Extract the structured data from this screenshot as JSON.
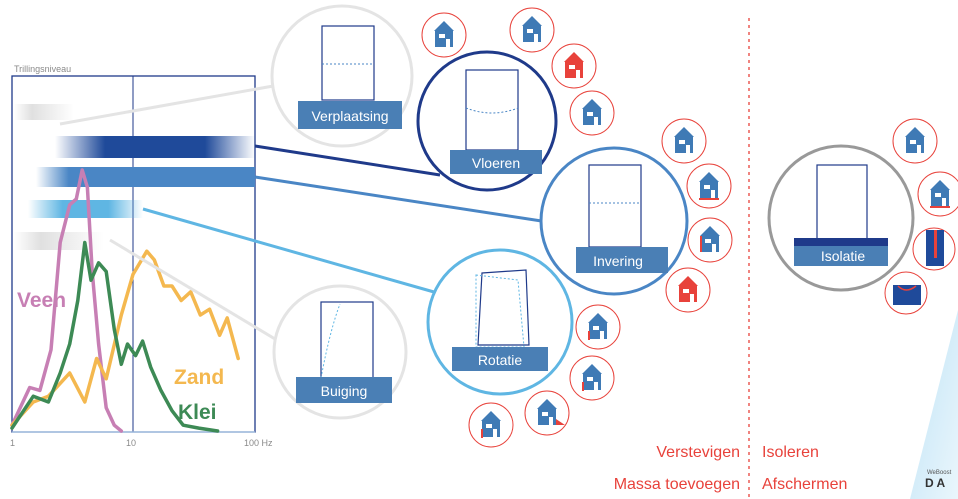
{
  "chart": {
    "ylabel": "Trillingsniveau",
    "xticks": [
      "1",
      "10",
      "100 Hz"
    ],
    "series": [
      {
        "name": "Veen",
        "color": "#c77fb4",
        "points": [
          [
            1.0,
            0.02
          ],
          [
            1.4,
            0.15
          ],
          [
            1.7,
            0.14
          ],
          [
            2.1,
            0.28
          ],
          [
            2.5,
            0.65
          ],
          [
            3.0,
            0.78
          ],
          [
            3.4,
            0.8
          ],
          [
            3.8,
            0.9
          ],
          [
            4.2,
            0.84
          ],
          [
            4.6,
            0.55
          ],
          [
            5.2,
            0.3
          ],
          [
            6.0,
            0.08
          ],
          [
            7.0,
            0.02
          ],
          [
            8.0,
            0.0
          ]
        ]
      },
      {
        "name": "Zand",
        "color": "#f4b84f",
        "points": [
          [
            1.0,
            0.02
          ],
          [
            1.5,
            0.1
          ],
          [
            2.0,
            0.12
          ],
          [
            3.0,
            0.2
          ],
          [
            4.0,
            0.1
          ],
          [
            5.0,
            0.25
          ],
          [
            6.0,
            0.18
          ],
          [
            8.0,
            0.4
          ],
          [
            10.0,
            0.54
          ],
          [
            13.0,
            0.62
          ],
          [
            15.0,
            0.59
          ],
          [
            18.0,
            0.5
          ],
          [
            21.0,
            0.5
          ],
          [
            25.0,
            0.45
          ],
          [
            30.0,
            0.48
          ],
          [
            36.0,
            0.4
          ],
          [
            43.0,
            0.42
          ],
          [
            52.0,
            0.33
          ],
          [
            60.0,
            0.39
          ],
          [
            74.0,
            0.25
          ]
        ]
      },
      {
        "name": "Klei",
        "color": "#3d8a55",
        "points": [
          [
            1.0,
            0.01
          ],
          [
            1.5,
            0.12
          ],
          [
            2.0,
            0.1
          ],
          [
            2.5,
            0.2
          ],
          [
            3.0,
            0.3
          ],
          [
            3.5,
            0.45
          ],
          [
            4.0,
            0.65
          ],
          [
            4.5,
            0.52
          ],
          [
            5.2,
            0.58
          ],
          [
            6.0,
            0.55
          ],
          [
            7.0,
            0.35
          ],
          [
            8.0,
            0.23
          ],
          [
            9.0,
            0.3
          ],
          [
            10.5,
            0.26
          ],
          [
            12.0,
            0.31
          ],
          [
            14.0,
            0.22
          ],
          [
            17.0,
            0.14
          ],
          [
            21.0,
            0.07
          ],
          [
            26.0,
            0.02
          ],
          [
            35.0,
            0.01
          ],
          [
            50.0,
            0.0
          ]
        ]
      }
    ]
  },
  "deformations": [
    {
      "id": "verplaatsing",
      "label": "Verplaatsing"
    },
    {
      "id": "vloeren",
      "label": "Vloeren"
    },
    {
      "id": "invering",
      "label": "Invering"
    },
    {
      "id": "rotatie",
      "label": "Rotatie"
    },
    {
      "id": "buiging",
      "label": "Buiging"
    },
    {
      "id": "isolatie",
      "label": "Isolatie"
    }
  ],
  "measures": {
    "verstevigen": "Verstevigen",
    "massa": "Massa toevoegen",
    "isoleren": "Isoleren",
    "afschermen": "Afschermen"
  },
  "logo": {
    "line1": "WeBoost",
    "line2": "D A"
  },
  "colors": {
    "dark_blue": "#1f3a8a",
    "mid_blue": "#4a86c5",
    "light_blue": "#5fb6e3",
    "house_blue": "#3f7ab5",
    "accent_red": "#e8423b",
    "grey": "#9a9a9a"
  }
}
